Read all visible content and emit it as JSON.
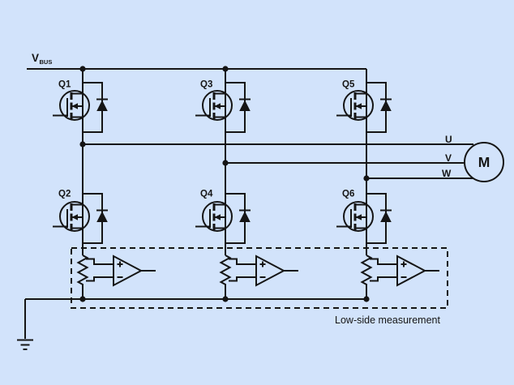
{
  "colors": {
    "background": "#d2e3fb",
    "stroke": "#151515"
  },
  "schematic": {
    "bus": {
      "label": "V",
      "subscript": "BUS"
    },
    "transistors": [
      {
        "label": "Q1"
      },
      {
        "label": "Q2"
      },
      {
        "label": "Q3"
      },
      {
        "label": "Q4"
      },
      {
        "label": "Q5"
      },
      {
        "label": "Q6"
      }
    ],
    "phases": [
      {
        "label": "U"
      },
      {
        "label": "V"
      },
      {
        "label": "W"
      }
    ],
    "motor": {
      "label": "M"
    },
    "opamp": {
      "plus": "+",
      "minus": "−"
    },
    "measurement": {
      "label": "Low-side measurement"
    }
  }
}
